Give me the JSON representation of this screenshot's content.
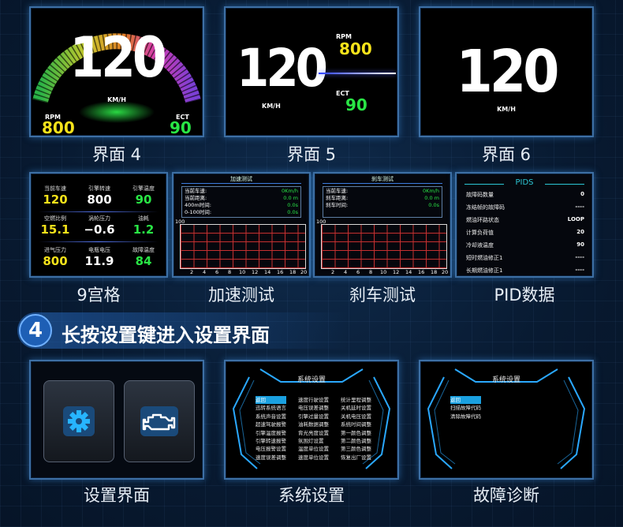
{
  "screens_top": [
    {
      "caption": "界面 4",
      "speed": "120",
      "unit": "KM/H",
      "rpm_label": "RPM",
      "rpm": "800",
      "ect_label": "ECT",
      "ect": "90"
    },
    {
      "caption": "界面 5",
      "speed": "120",
      "unit": "KM/H",
      "rpm_label": "RPM",
      "rpm": "800",
      "ect_label": "ECT",
      "ect": "90"
    },
    {
      "caption": "界面 6",
      "speed": "120",
      "unit": "KM/H"
    }
  ],
  "grid9": {
    "caption": "9宫格",
    "cells": [
      {
        "title": "当前车速",
        "value": "120",
        "color": "#f5e21a"
      },
      {
        "title": "引擎转速",
        "value": "800",
        "color": "#ffffff"
      },
      {
        "title": "引擎温度",
        "value": "90",
        "color": "#29e545"
      },
      {
        "title": "空燃比例",
        "value": "15.1",
        "color": "#f5e21a"
      },
      {
        "title": "涡轮压力",
        "value": "−0.6",
        "color": "#ffffff"
      },
      {
        "title": "油耗",
        "value": "1.2",
        "color": "#29e545"
      },
      {
        "title": "进气压力",
        "value": "800",
        "color": "#f5e21a"
      },
      {
        "title": "电瓶电压",
        "value": "11.9",
        "color": "#ffffff"
      },
      {
        "title": "故障温度",
        "value": "84",
        "color": "#29e545"
      }
    ]
  },
  "accel": {
    "caption": "加速测试",
    "title": "加速测试",
    "rows": [
      [
        "当前车速:",
        "0Km/h"
      ],
      [
        "当前距离:",
        "0.0 m"
      ],
      [
        "400m时间:",
        "0.0s"
      ],
      [
        "0-100时间:",
        "0.0s"
      ]
    ],
    "y_top": "100",
    "ticks": [
      "2",
      "4",
      "6",
      "8",
      "10",
      "12",
      "14",
      "16",
      "18",
      "20"
    ]
  },
  "brake": {
    "caption": "刹车测试",
    "title": "刹车测试",
    "rows": [
      [
        "当前车速:",
        "0Km/h"
      ],
      [
        "刹车距离:",
        "0.0 m"
      ],
      [
        "刹车时间:",
        "0.0s"
      ]
    ],
    "y_top": "100",
    "ticks": [
      "2",
      "4",
      "6",
      "8",
      "10",
      "12",
      "14",
      "16",
      "18",
      "20"
    ]
  },
  "pids": {
    "caption": "PID数据",
    "title": "PIDS",
    "rows": [
      [
        "故障码数量",
        "0"
      ],
      [
        "冻结帧的故障码",
        "----"
      ],
      [
        "燃油环路状态",
        "LOOP"
      ],
      [
        "计算负荷值",
        "20"
      ],
      [
        "冷却液温度",
        "90"
      ],
      [
        "短时燃油修正1",
        "----"
      ],
      [
        "长期燃油修正1",
        "----"
      ]
    ]
  },
  "step": {
    "number": "4",
    "text": "长按设置键进入设置界面"
  },
  "settings": {
    "caption": "设置界面",
    "gear_icon": "gear-icon",
    "engine_icon": "check-engine-icon"
  },
  "system": {
    "caption": "系统设置",
    "title": "系统设置",
    "col1": [
      "返回",
      "迅转系统语言",
      "系统声音设置",
      "超速驾驶报警",
      "引擎温度报警",
      "引擎转速报警",
      "电压报警设置",
      "速度误差调整"
    ],
    "col2": [
      "速度行驶设置",
      "电压误差调整",
      "引擎过量设置",
      "油耗数据调整",
      "背光亮度设置",
      "氛围灯设置",
      "温度单位设置",
      "速度单位设置"
    ],
    "col3": [
      "统计里程调整",
      "关机延时设置",
      "关机电压设置",
      "系统时间调整",
      "第一颜色调整",
      "第二颜色调整",
      "第三颜色调整",
      "恢复出厂设置"
    ]
  },
  "fault": {
    "caption": "故障诊断",
    "title": "系统设置",
    "items": [
      "返回",
      "扫描故障代码",
      "清除故障代码"
    ]
  },
  "colors": {
    "accent": "#1aa0e0",
    "badge": "#1e5fb5",
    "yellow": "#f5e21a",
    "green": "#29e545"
  }
}
